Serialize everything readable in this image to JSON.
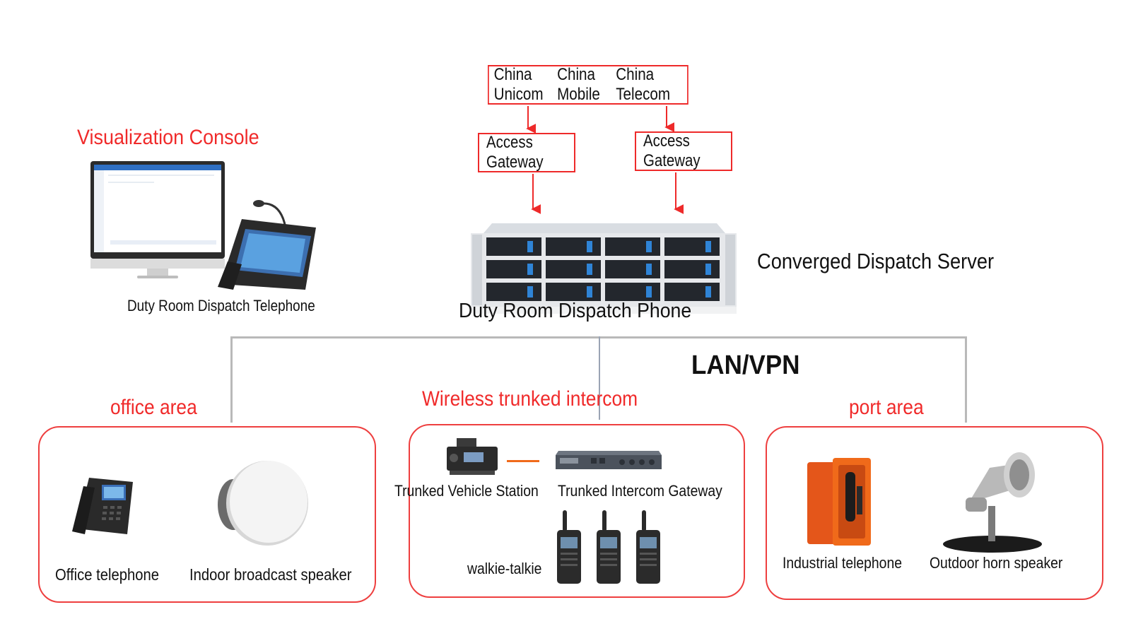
{
  "carriers": [
    "China Unicom",
    "China Mobile",
    "China Telecom"
  ],
  "gateways": [
    "Access Gateway",
    "Access Gateway"
  ],
  "console": {
    "title": "Visualization Console",
    "phone_caption": "Duty Room Dispatch Telephone"
  },
  "server": {
    "label": "Converged Dispatch Server",
    "caption": "Duty Room Dispatch Phone"
  },
  "network_label": "LAN/VPN",
  "areas": {
    "office": {
      "title": "office area",
      "devices": [
        "Office telephone",
        "Indoor broadcast speaker"
      ]
    },
    "wireless": {
      "title": "Wireless trunked intercom",
      "devices": [
        "Trunked Vehicle Station",
        "Trunked Intercom Gateway",
        "walkie-talkie"
      ]
    },
    "port": {
      "title": "port area",
      "devices": [
        "Industrial telephone",
        "Outdoor horn speaker"
      ]
    }
  },
  "colors": {
    "accent": "#f02a2a",
    "line": "#b9b9b9",
    "box_border": "#ee2a2a",
    "handset_orange": "#f06a1a"
  },
  "icons": [
    "monitor-icon",
    "desk-phone-icon",
    "rack-server-icon",
    "ip-phone-icon",
    "ceiling-speaker-icon",
    "vehicle-radio-icon",
    "gateway-device-icon",
    "walkie-talkie-icon",
    "industrial-phone-icon",
    "horn-speaker-icon"
  ]
}
